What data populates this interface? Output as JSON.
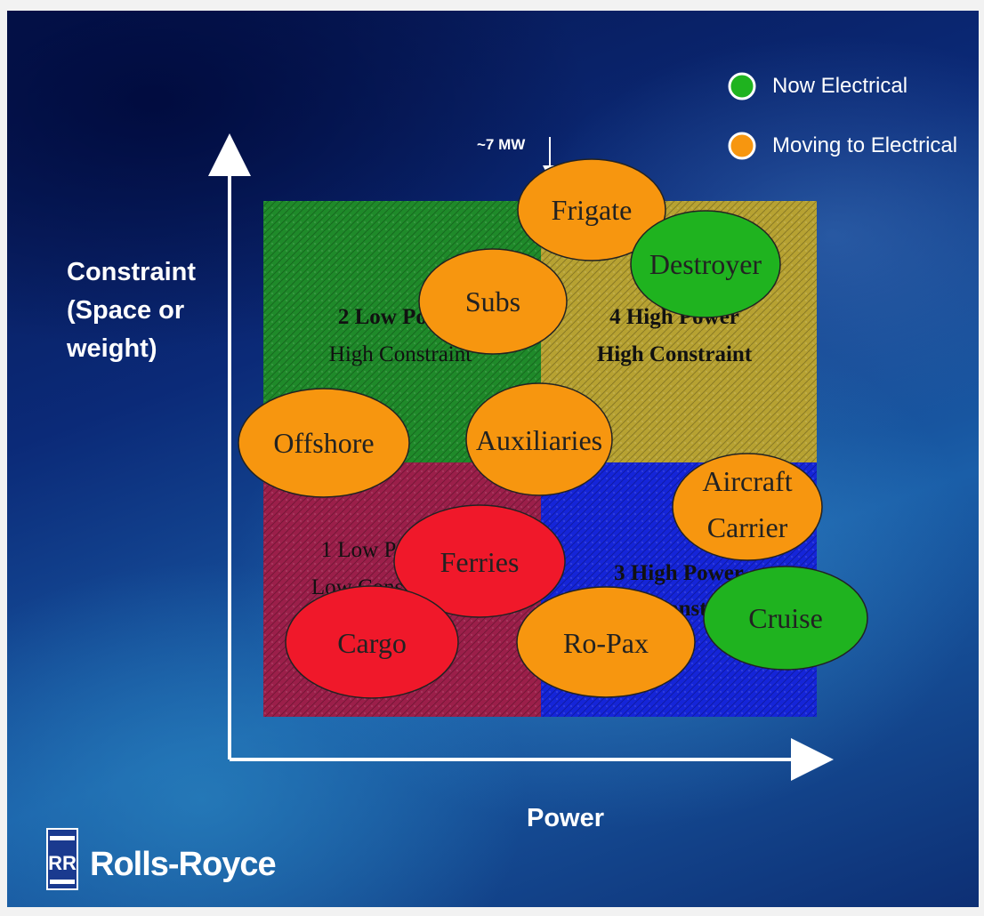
{
  "legend": [
    {
      "label": "Now Electrical",
      "color": "#1fb31f"
    },
    {
      "label": "Moving to Electrical",
      "color": "#f7960f"
    }
  ],
  "axes": {
    "y_label": [
      "Constraint",
      "(Space or",
      "weight)"
    ],
    "x_label": "Power"
  },
  "annotation": "~7 MW",
  "quadrants": [
    {
      "line1": "2 Low Power",
      "line2": "High Constraint",
      "color": "#1f8a2a"
    },
    {
      "line1": "4 High Power",
      "line2": "High Constraint",
      "color": "#b7a232"
    },
    {
      "line1": "1 Low Power",
      "line2": "Low Constraint",
      "color": "#9b1f4a"
    },
    {
      "line1": "3 High Power",
      "line2": "Low Constraint",
      "color": "#1525d8"
    }
  ],
  "vessels": [
    {
      "lines": [
        "Frigate"
      ],
      "status": "moving"
    },
    {
      "lines": [
        "Destroyer"
      ],
      "status": "now"
    },
    {
      "lines": [
        "Subs"
      ],
      "status": "moving"
    },
    {
      "lines": [
        "Offshore"
      ],
      "status": "moving"
    },
    {
      "lines": [
        "Auxiliaries"
      ],
      "status": "moving"
    },
    {
      "lines": [
        "Aircraft",
        "Carrier"
      ],
      "status": "moving"
    },
    {
      "lines": [
        "Ferries"
      ],
      "status": "red"
    },
    {
      "lines": [
        "Cruise"
      ],
      "status": "now"
    },
    {
      "lines": [
        "Cargo"
      ],
      "status": "red"
    },
    {
      "lines": [
        "Ro-Pax"
      ],
      "status": "moving"
    }
  ],
  "status_colors": {
    "now": "#1fb31f",
    "moving": "#f7960f",
    "red": "#f0182a"
  },
  "logo": {
    "brand": "Rolls-Royce",
    "badge": "RR"
  }
}
